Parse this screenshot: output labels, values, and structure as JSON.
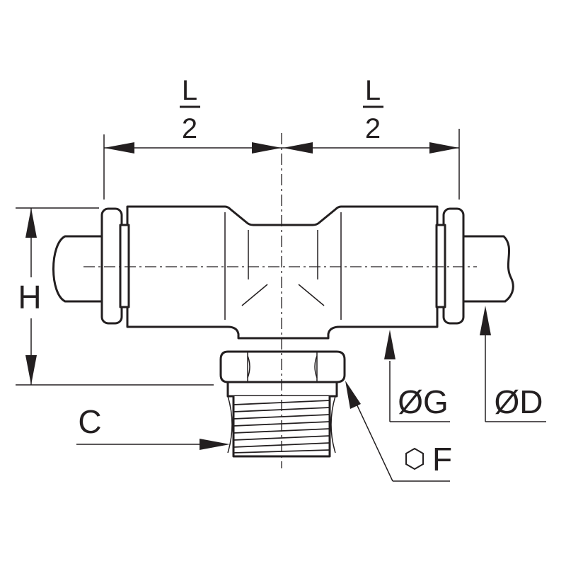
{
  "drawing": {
    "labels": {
      "l_num_left": "L",
      "l_den_left": "2",
      "l_num_right": "L",
      "l_den_right": "2",
      "h": "H",
      "c": "C",
      "g": "ØG",
      "d": "ØD",
      "f": "F"
    },
    "ink_color": "#231f20",
    "background_color": "#ffffff",
    "symbols": [
      "hexagon-icon"
    ]
  }
}
